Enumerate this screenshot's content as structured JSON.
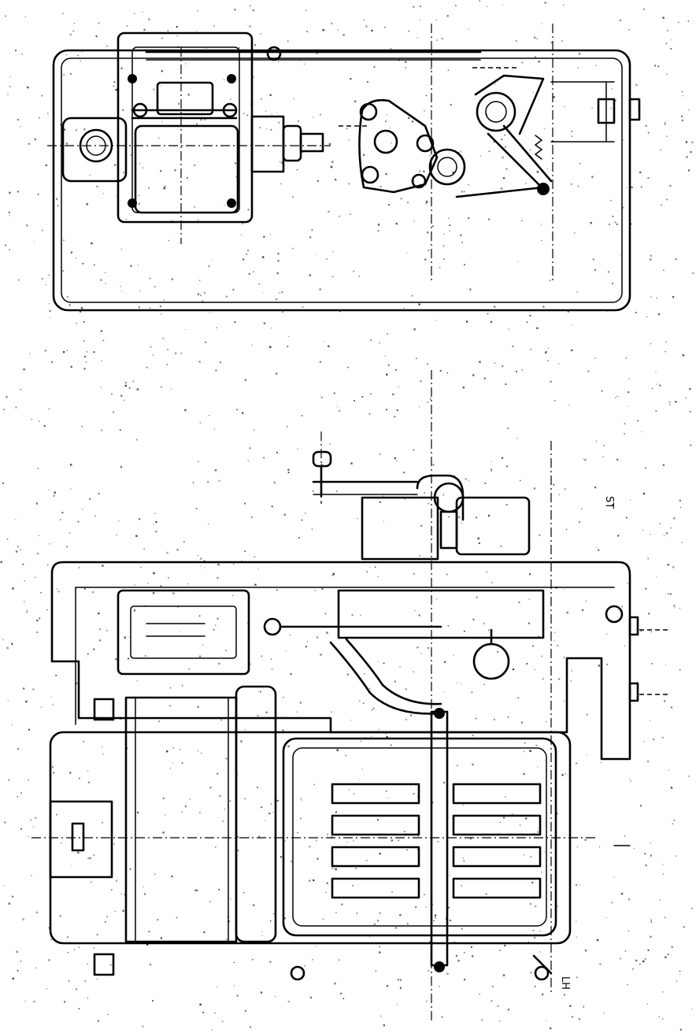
{
  "figure": {
    "labels": {
      "top_right_note": "ST",
      "bottom_right_note": "LH"
    },
    "views": [
      {
        "id": "top-view"
      },
      {
        "id": "side-view"
      }
    ]
  }
}
